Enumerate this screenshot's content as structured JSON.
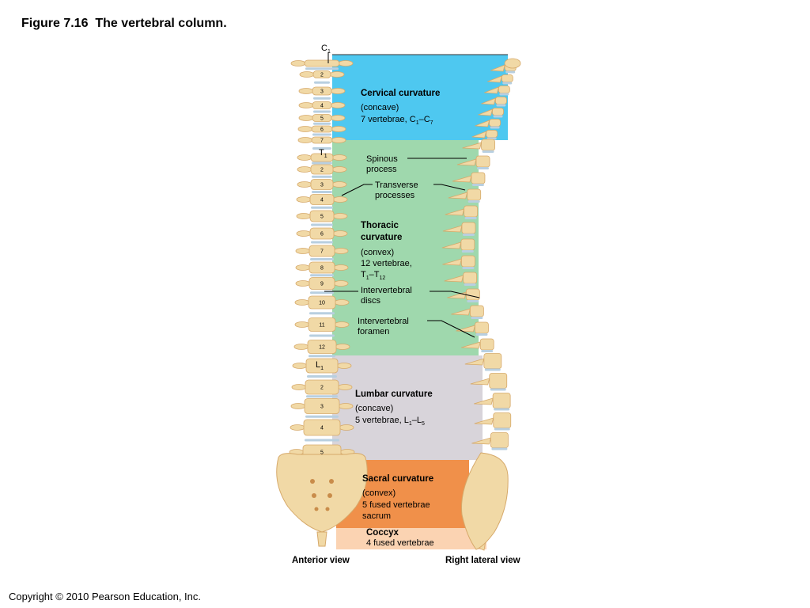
{
  "figure_title": "Figure 7.16  The vertebral column.",
  "copyright": "Copyright © 2010 Pearson Education, Inc.",
  "colors": {
    "cervical": "#4ec8f0",
    "thoracic": "#9fd8ad",
    "lumbar": "#d8d4da",
    "sacral": "#f0904a",
    "coccyx": "#fbd3b2",
    "bone": "#f1d9a6",
    "bone_shadow": "#d6a96a",
    "disc": "#b8cfe0"
  },
  "regions": {
    "cervical": {
      "heading": "Cervical curvature",
      "line1": "(concave)",
      "line2_prefix": "7 vertebrae, C",
      "sub1": "1",
      "dash": "–C",
      "sub2": "7"
    },
    "thoracic": {
      "heading1": "Thoracic",
      "heading2": "curvature",
      "line1": "(convex)",
      "line2": "12 vertebrae,",
      "line3_a": "T",
      "sub1": "1",
      "dash": "–T",
      "sub2": "12"
    },
    "lumbar": {
      "heading": "Lumbar curvature",
      "line1": "(concave)",
      "line2_prefix": "5 vertebrae, L",
      "sub1": "1",
      "dash": "–L",
      "sub2": "5"
    },
    "sacral": {
      "heading": "Sacral curvature",
      "line1": "(convex)",
      "line2": "5 fused vertebrae",
      "line3": "sacrum"
    },
    "coccyx": {
      "heading": "Coccyx",
      "line1": "4 fused vertebrae"
    }
  },
  "callouts": {
    "spinous_1": "Spinous",
    "spinous_2": "process",
    "transverse_1": "Transverse",
    "transverse_2": "processes",
    "iv_discs_1": "Intervertebral",
    "iv_discs_2": "discs",
    "iv_foramen_1": "Intervertebral",
    "iv_foramen_2": "foramen"
  },
  "region_markers": {
    "c_letter": "C",
    "c_sub": "1",
    "t_letter": "T",
    "t_sub": "1",
    "l_letter": "L",
    "l_sub": "1"
  },
  "cervical_numbers": [
    "2",
    "3",
    "4",
    "5",
    "6",
    "7"
  ],
  "thoracic_numbers": [
    "2",
    "3",
    "4",
    "5",
    "6",
    "7",
    "8",
    "9",
    "10",
    "11",
    "12"
  ],
  "lumbar_numbers": [
    "2",
    "3",
    "4",
    "5"
  ],
  "views": {
    "anterior": "Anterior view",
    "lateral": "Right lateral view"
  }
}
